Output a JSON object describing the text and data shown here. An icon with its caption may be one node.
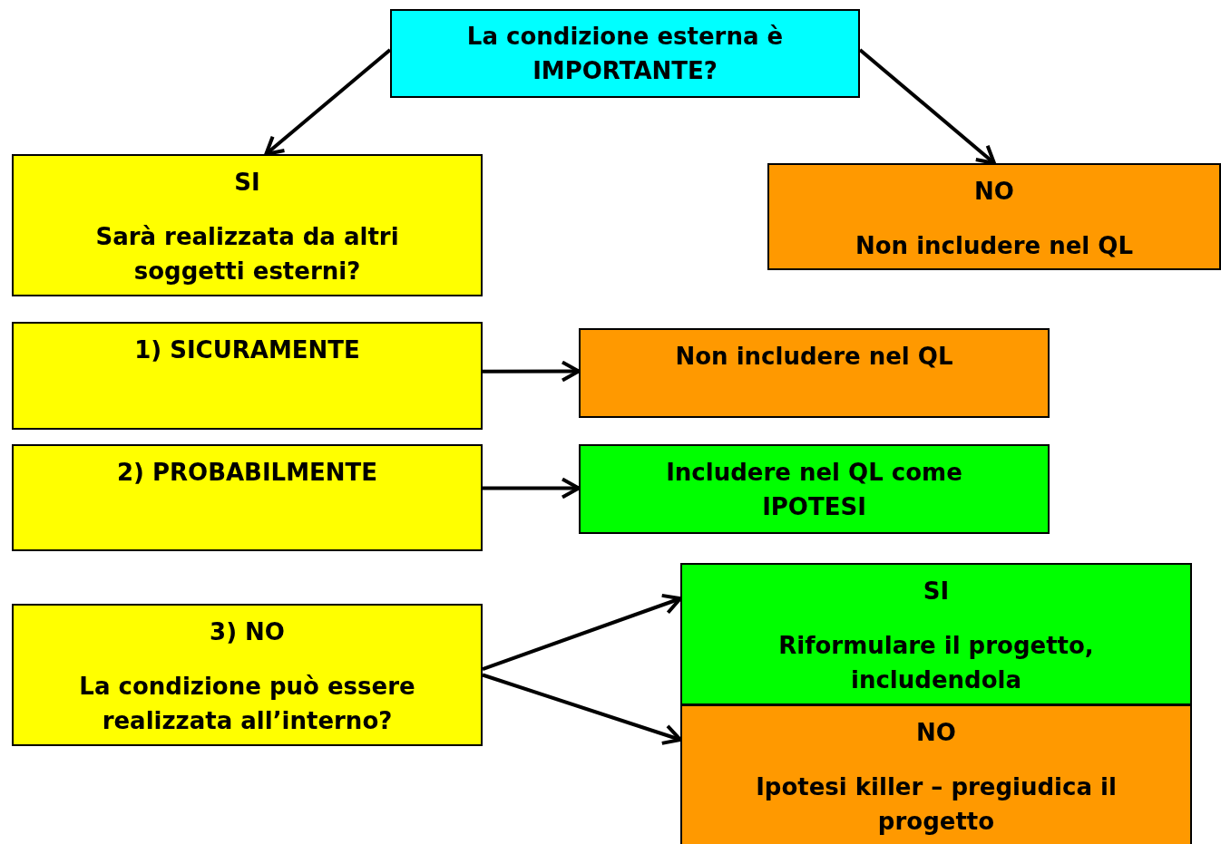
{
  "diagram": {
    "nodes": [
      {
        "text": [
          "La condizione esterna è IMPORTANTE?"
        ]
      },
      {
        "text": [
          "SI",
          "Sarà realizzata da altri soggetti esterni?"
        ]
      },
      {
        "text": [
          "NO",
          "Non includere nel QL"
        ]
      },
      {
        "text": [
          "1) SICURAMENTE"
        ]
      },
      {
        "text": [
          "Non includere nel QL"
        ]
      },
      {
        "text": [
          "2) PROBABILMENTE"
        ]
      },
      {
        "text": [
          "Includere nel QL come IPOTESI"
        ]
      },
      {
        "text": [
          "3) NO",
          "La condizione può essere realizzata all’interno?"
        ]
      },
      {
        "text": [
          "SI",
          "Riformulare il progetto, includendola"
        ]
      },
      {
        "text": [
          "NO",
          "Ipotesi killer – pregiudica il progetto"
        ]
      }
    ],
    "edges": [
      {
        "from": 0,
        "to": 1,
        "arrow": "to"
      },
      {
        "from": 0,
        "to": 2,
        "arrow": "to"
      },
      {
        "from": 3,
        "to": 4,
        "arrow": "to"
      },
      {
        "from": 5,
        "to": 6,
        "arrow": "to"
      },
      {
        "from": 7,
        "to": 8,
        "arrow": "to"
      },
      {
        "from": 7,
        "to": 9,
        "arrow": "to"
      }
    ]
  }
}
